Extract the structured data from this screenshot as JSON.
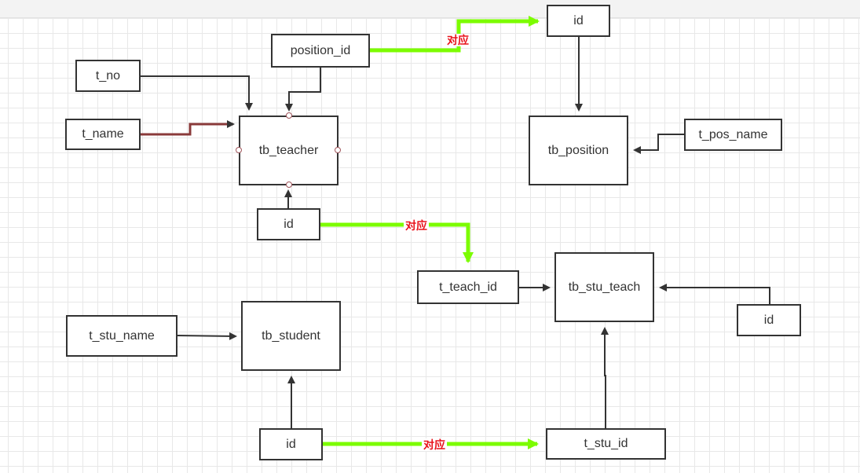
{
  "entities": {
    "tb_teacher": "tb_teacher",
    "tb_position": "tb_position",
    "tb_stu_teach": "tb_stu_teach",
    "tb_student": "tb_student"
  },
  "attributes": {
    "position_id": "position_id",
    "t_no": "t_no",
    "t_name": "t_name",
    "teacher_id": "id",
    "position_pk_id": "id",
    "t_pos_name": "t_pos_name",
    "t_teach_id": "t_teach_id",
    "stu_teach_id": "id",
    "t_stu_name": "t_stu_name",
    "student_id": "id",
    "t_stu_id": "t_stu_id"
  },
  "relations": {
    "position_link": "对应",
    "teacher_link": "对应",
    "student_link": "对应"
  },
  "colors": {
    "relation_line": "#7cfc00",
    "relation_text": "#e8121b",
    "box_border": "#333333",
    "grid": "#e8e8e8"
  }
}
